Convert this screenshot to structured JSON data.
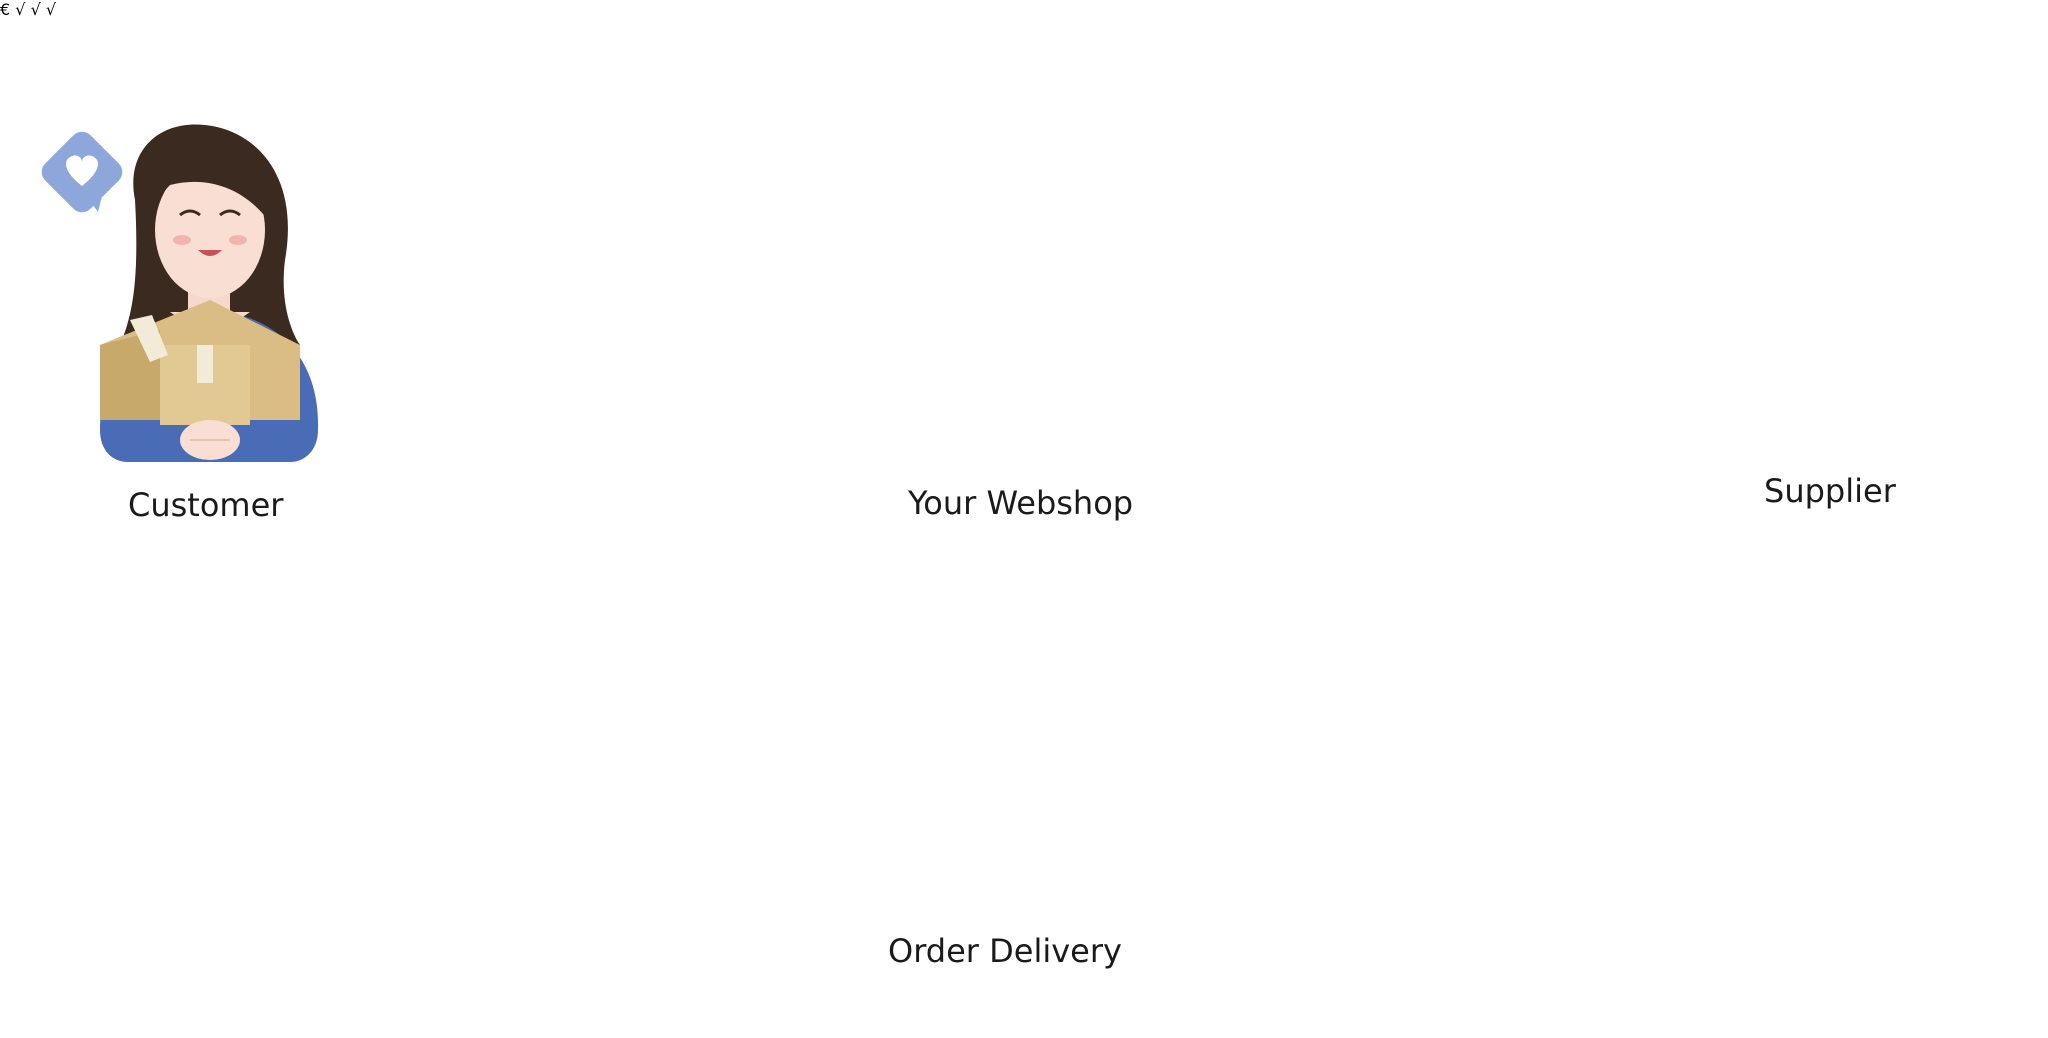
{
  "nodes": {
    "customer": {
      "label": "Customer"
    },
    "webshop": {
      "label": "Your Webshop"
    },
    "supplier": {
      "label": "Supplier"
    },
    "delivery": {
      "label": "Order Delivery"
    }
  },
  "icons": {
    "heart_bubble": "heart-speech-bubble-icon",
    "currency_symbol": "€",
    "checkmark": "√"
  },
  "colors": {
    "accent_blue": "#4467b0",
    "light_blue": "#9ec6e6",
    "box_tan": "#d2b57c",
    "box_dark": "#a78957",
    "truck_gray": "#595c60",
    "awning_red": "#b81f35",
    "gold": "#f1bf2c"
  }
}
